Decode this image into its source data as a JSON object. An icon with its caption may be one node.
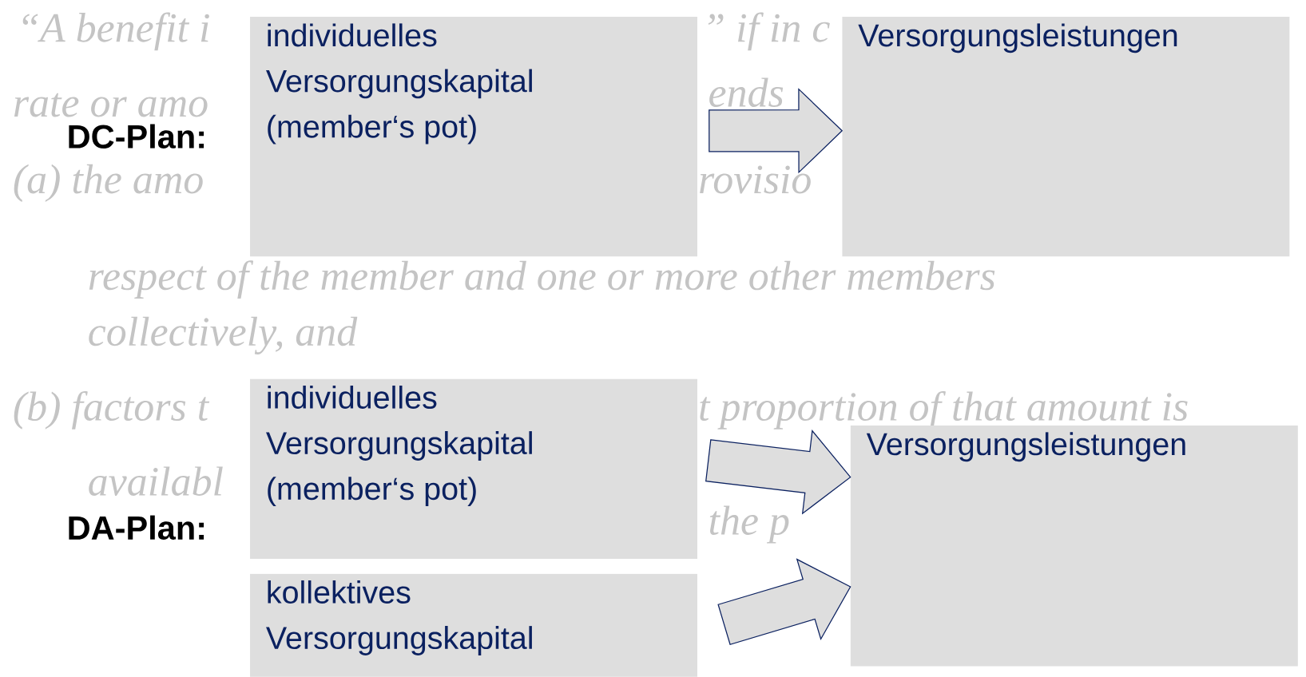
{
  "diagram": {
    "nodes": [
      {
        "text": [
          "individuelles Versorgungskapital (member‘s pot)"
        ]
      },
      {
        "text": [
          "Versorgungsleistungen"
        ]
      },
      {
        "text": [
          "individuelles Versorgungskapital (member‘s pot)"
        ]
      },
      {
        "text": [
          "Versorgungsleistungen"
        ]
      },
      {
        "text": [
          "kollektives Versorgungskapital"
        ]
      }
    ],
    "edges": [
      {
        "from": 0,
        "to": 1,
        "arrow": "to"
      },
      {
        "from": 2,
        "to": 3,
        "arrow": "to"
      },
      {
        "from": 4,
        "to": 3,
        "arrow": "to"
      }
    ],
    "labels": [
      "“A benefit i",
      "” if in c",
      "rate or amo",
      "ends",
      "DC-Plan:",
      "(a) the amo",
      "rovisio",
      "respect of the member and one or more other members",
      "collectively, and",
      "(b) factors t",
      "t proportion of that amount is",
      "availabl",
      "the p",
      "DA-Plan:"
    ]
  }
}
